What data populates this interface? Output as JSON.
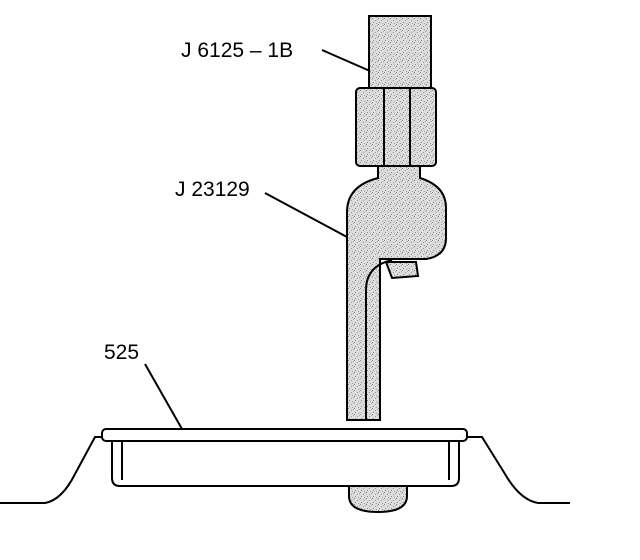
{
  "labels": {
    "slide_hammer": "J 6125 – 1B",
    "remover": "J 23129",
    "part": "525"
  },
  "colors": {
    "line": "#000000",
    "background": "#ffffff",
    "tool_fill": "#d2d2d2"
  }
}
